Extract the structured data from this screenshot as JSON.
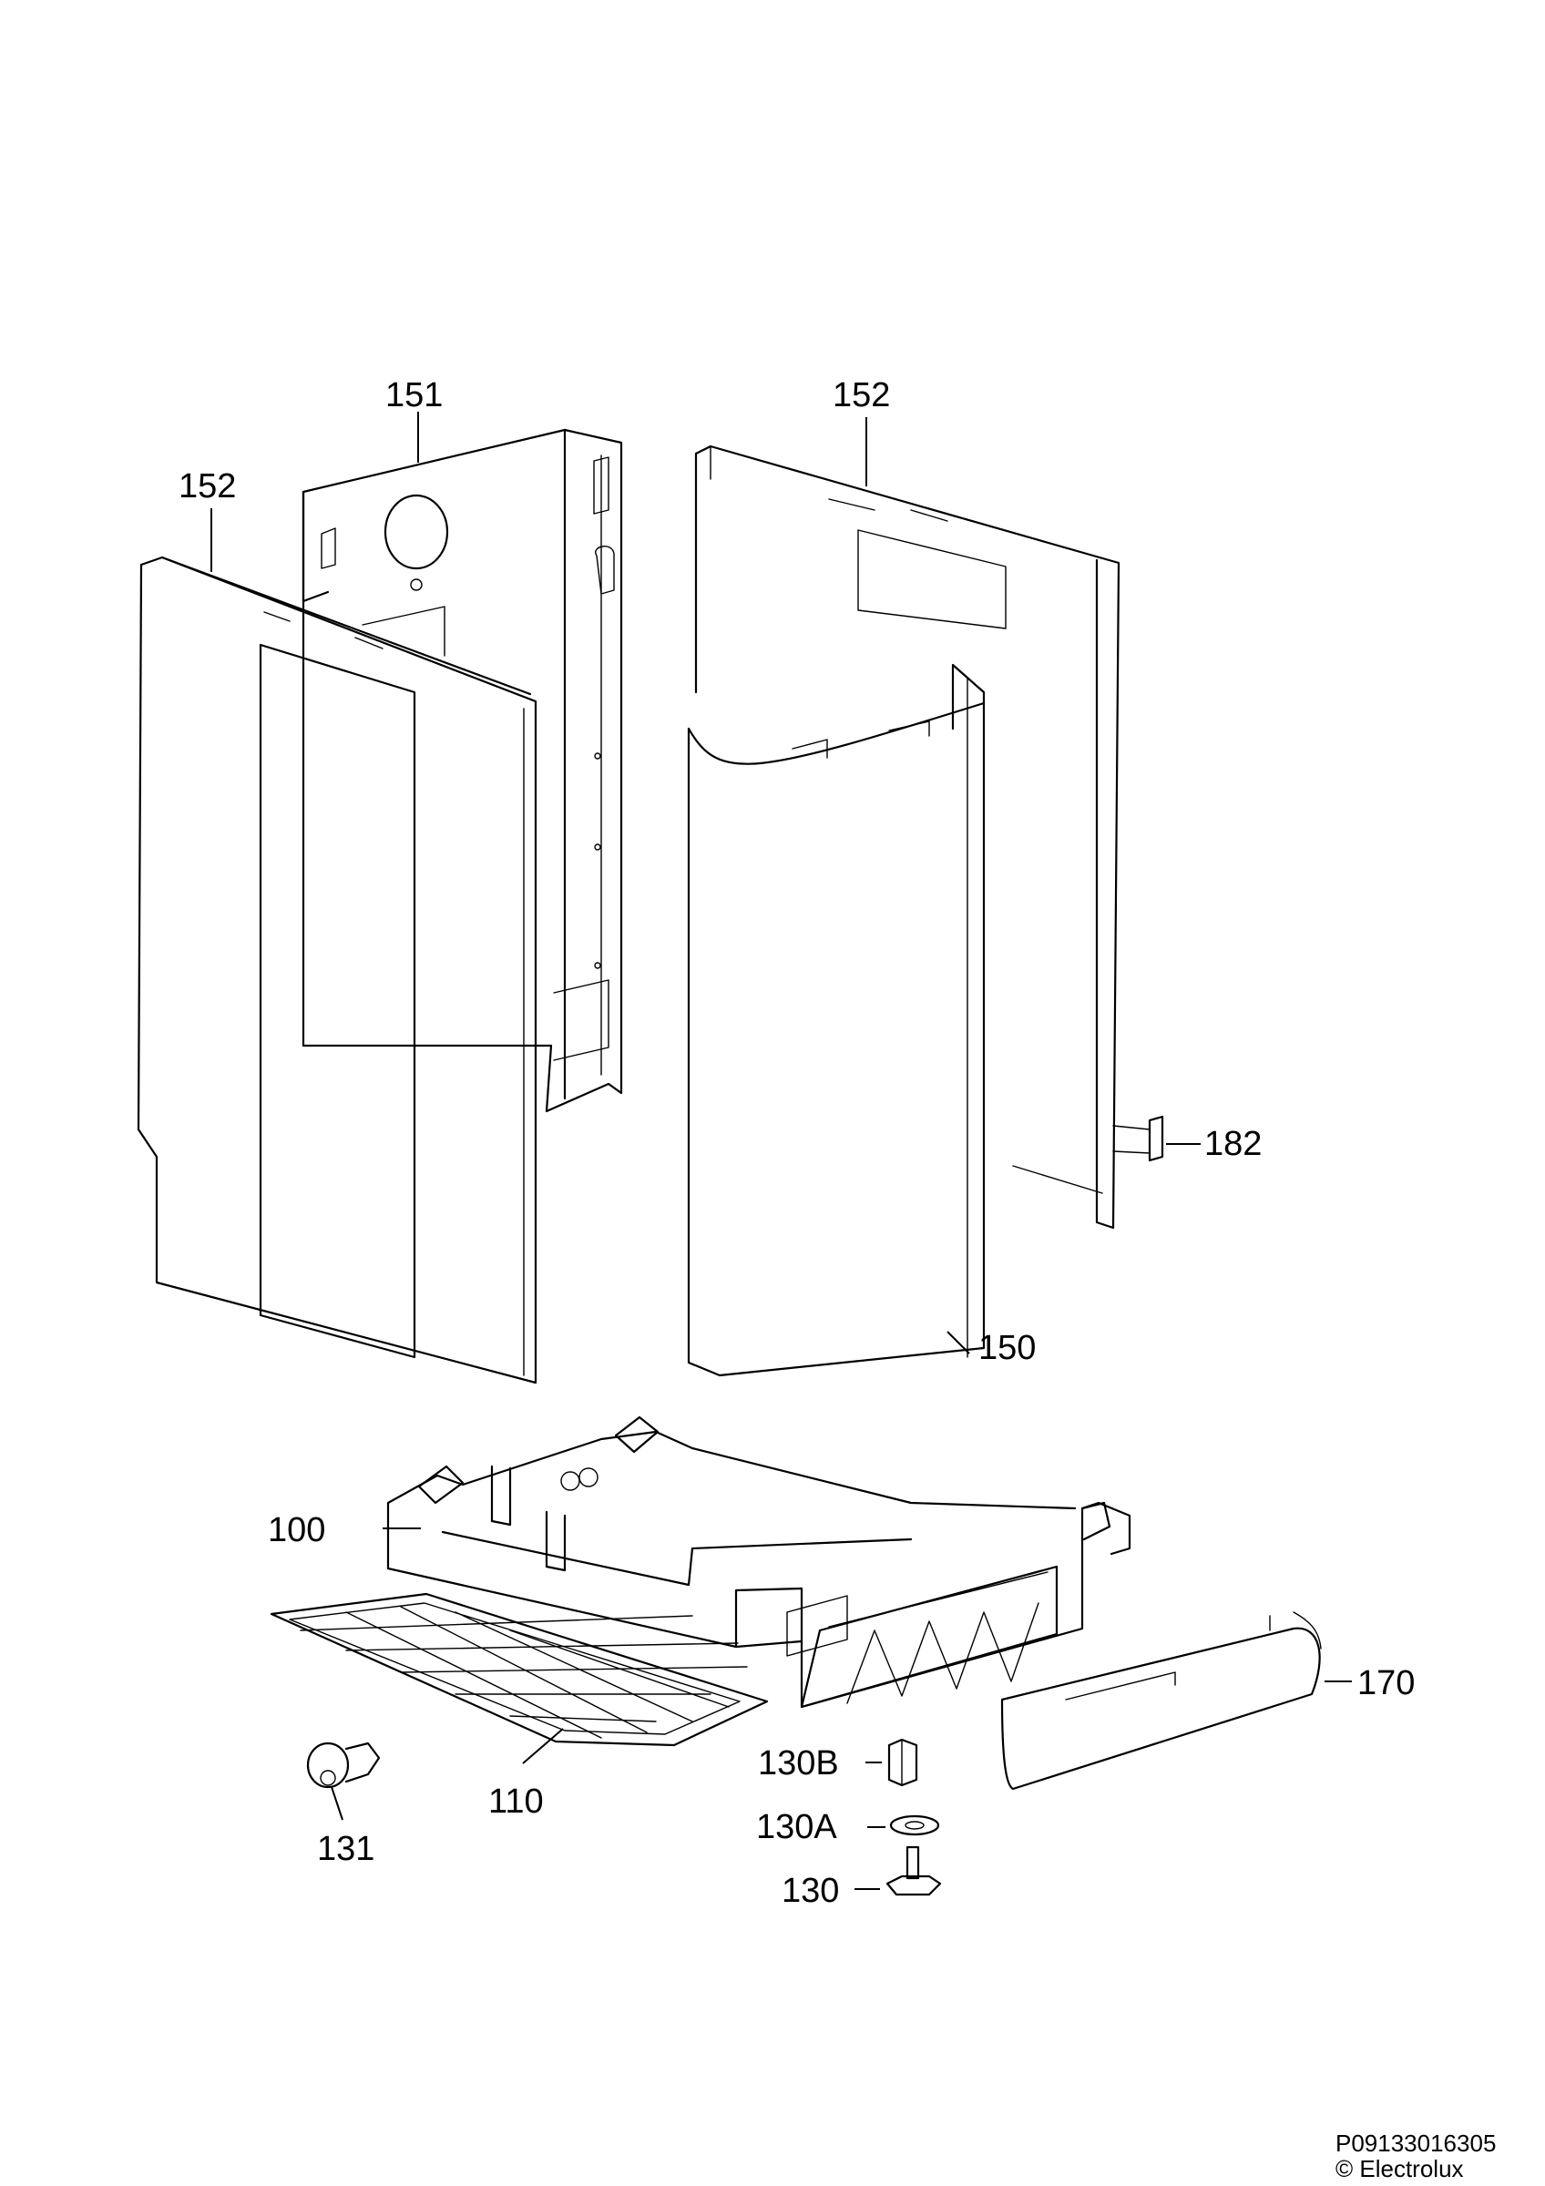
{
  "labels": {
    "l151": "151",
    "l152_left": "152",
    "l152_right": "152",
    "l182": "182",
    "l150": "150",
    "l100": "100",
    "l170": "170",
    "l130b": "130B",
    "l130a": "130A",
    "l130": "130",
    "l110": "110",
    "l131": "131"
  },
  "footer": {
    "code": "P09133016305",
    "copyright": "© Electrolux"
  }
}
